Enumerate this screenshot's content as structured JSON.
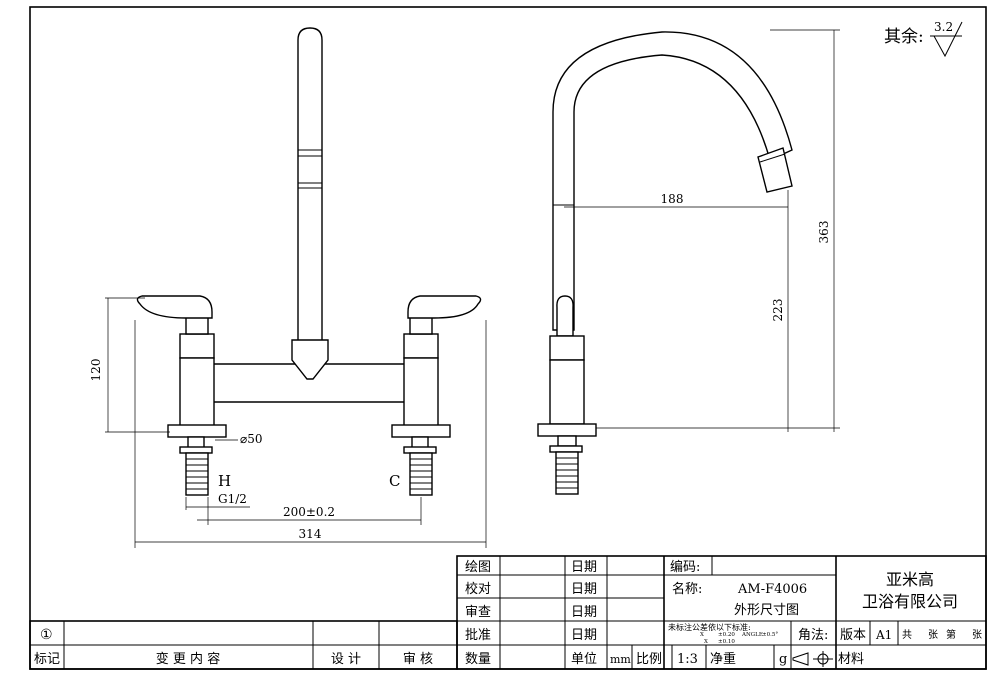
{
  "surface_finish": {
    "label": "其余:",
    "value": "3.2"
  },
  "dimensions": {
    "height_120": "120",
    "diameter_50": "⌀50",
    "label_h": "H",
    "label_c": "C",
    "thread": "G1/2",
    "spacing": "200±0.2",
    "width_314": "314",
    "reach_188": "188",
    "height_223": "223",
    "height_363": "363"
  },
  "title_block": {
    "drawn": "绘图",
    "checked": "校对",
    "reviewed": "审查",
    "approved": "批准",
    "quantity": "数量",
    "date": "日期",
    "unit": "单位",
    "unit_value": "mm",
    "scale": "比例",
    "scale_value": "1:3",
    "net_weight": "净重",
    "weight_unit": "g",
    "code_label": "编码:",
    "name_label": "名称:",
    "model": "AM-F4006",
    "drawing_title": "外形尺寸图",
    "tolerance_note": "未标注公差依以下标准:",
    "tol_x": "X",
    "tol_x_val": "±0.20",
    "tol_angle": "ANGLE",
    "tol_angle_val": "±0.5°",
    "tol_xx": "X",
    "tol_xx_val": "±0.10",
    "projection": "角法:",
    "version": "版本",
    "paper": "A1",
    "sheet_total": "共",
    "sheet_unit_1": "张",
    "sheet_nth": "第",
    "sheet_unit_2": "张",
    "material": "材料",
    "company_line1": "亚米高",
    "company_line2": "卫浴有限公司"
  },
  "revision_block": {
    "rev_mark": "①",
    "mark": "标记",
    "change": "变 更 内 容",
    "design": "设 计",
    "audit": "审 核"
  }
}
